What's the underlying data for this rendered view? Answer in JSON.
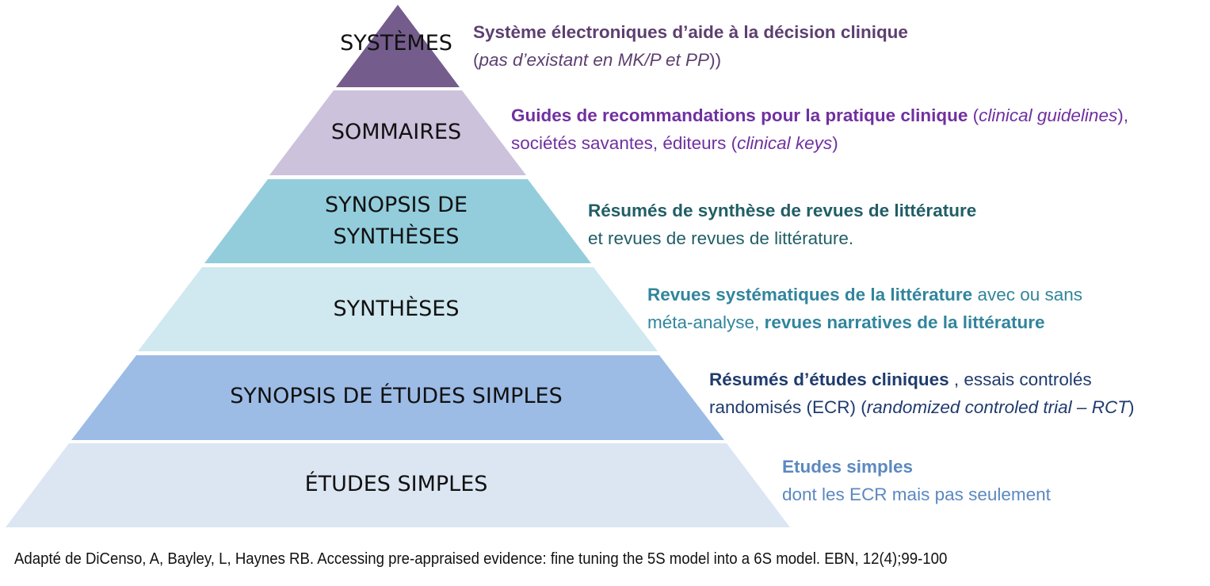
{
  "colors": {
    "tier_systemes": "#745d8c",
    "tier_sommaires": "#ccc2dc",
    "tier_synopsis_syntheses": "#93cddc",
    "tier_syntheses": "#d0e8ef",
    "tier_synopsis_etudes": "#9cbce6",
    "tier_etudes": "#dce6f3",
    "text_systemes": "#5d3f70",
    "text_sommaires": "#7030a0",
    "text_synopsis_syntheses": "#215e66",
    "text_syntheses": "#31859c",
    "text_synopsis_etudes": "#1f3b6e",
    "text_etudes": "#5b88c0"
  },
  "tiers": [
    {
      "label_lines": [
        "SYSTÈMES"
      ],
      "desc_line1": [
        {
          "text": "Système électroniques d’aide à la décision clinique",
          "bold": true
        }
      ],
      "desc_line2": [
        {
          "text": "("
        },
        {
          "text": "pas d’existant en MK/P et PP",
          "italic": true
        },
        {
          "text": ")"
        },
        {
          "text": ")"
        }
      ]
    },
    {
      "label_lines": [
        "SOMMAIRES"
      ],
      "desc_line1": [
        {
          "text": "Guides de recommandations pour la pratique clinique",
          "bold": true
        },
        {
          "text": " ("
        },
        {
          "text": "clinical guidelines",
          "italic": true
        },
        {
          "text": "),"
        }
      ],
      "desc_line2": [
        {
          "text": "sociétés savantes, éditeurs ("
        },
        {
          "text": "clinical keys",
          "italic": true
        },
        {
          "text": ")"
        }
      ]
    },
    {
      "label_lines": [
        "SYNOPSIS DE",
        "SYNTHÈSES"
      ],
      "desc_line1": [
        {
          "text": "Résumés de synthèse de revues de littérature",
          "bold": true
        }
      ],
      "desc_line2": [
        {
          "text": "et revues de revues de littérature."
        }
      ]
    },
    {
      "label_lines": [
        "SYNTHÈSES"
      ],
      "desc_line1": [
        {
          "text": "Revues systématiques de la littérature",
          "bold": true
        },
        {
          "text": " avec ou sans"
        }
      ],
      "desc_line2": [
        {
          "text": "méta-analyse,  "
        },
        {
          "text": "revues narratives de la littérature",
          "bold": true
        }
      ]
    },
    {
      "label_lines": [
        "SYNOPSIS DE ÉTUDES SIMPLES"
      ],
      "desc_line1": [
        {
          "text": "Résumés d’études cliniques",
          "bold": true
        },
        {
          "text": " , essais controlés"
        }
      ],
      "desc_line2": [
        {
          "text": "randomisés (ECR) ("
        },
        {
          "text": "randomized controled trial – RCT",
          "italic": true
        },
        {
          "text": ")"
        }
      ]
    },
    {
      "label_lines": [
        "ÉTUDES SIMPLES"
      ],
      "desc_line1": [
        {
          "text": "Etudes simples",
          "bold": true
        }
      ],
      "desc_line2": [
        {
          "text": "dont les ECR mais pas seulement"
        }
      ]
    }
  ],
  "citation": "Adapté de DiCenso, A, Bayley, L, Haynes RB. Accessing pre-appraised evidence: fine tuning the 5S model into a 6S model. EBN, 12(4);99-100"
}
